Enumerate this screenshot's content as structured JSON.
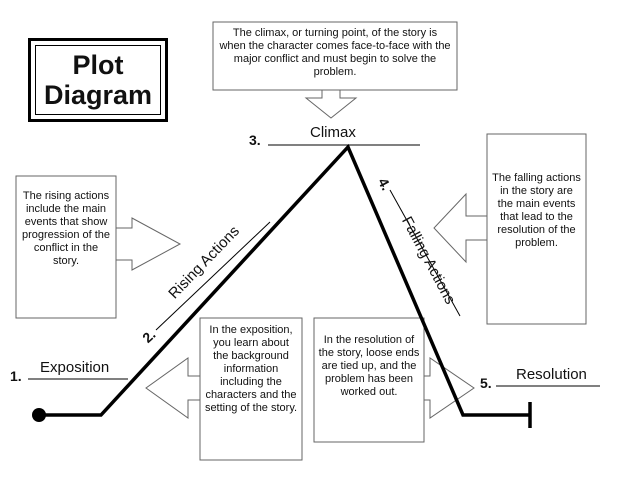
{
  "title": {
    "line1": "Plot",
    "line2": "Diagram"
  },
  "stages": {
    "exposition": {
      "number": "1.",
      "label": "Exposition"
    },
    "rising": {
      "number": "2.",
      "label": "Rising Actions"
    },
    "climax": {
      "number": "3.",
      "label": "Climax"
    },
    "falling": {
      "number": "4.",
      "label": "Falling Actions"
    },
    "resolution": {
      "number": "5.",
      "label": "Resolution"
    }
  },
  "descriptions": {
    "climax": "The climax, or turning point, of the story is when the character comes face-to-face with the major conflict and must begin to solve the problem.",
    "rising": "The rising actions include the main events that show progression of the conflict in the story.",
    "falling": "The falling actions in the story are the main events that lead to the resolution of the problem.",
    "exposition": "In the exposition, you learn about the background information including the characters and the setting of the story.",
    "resolution": "In the resolution of the story, loose ends are tied up, and the problem has been worked out."
  }
}
